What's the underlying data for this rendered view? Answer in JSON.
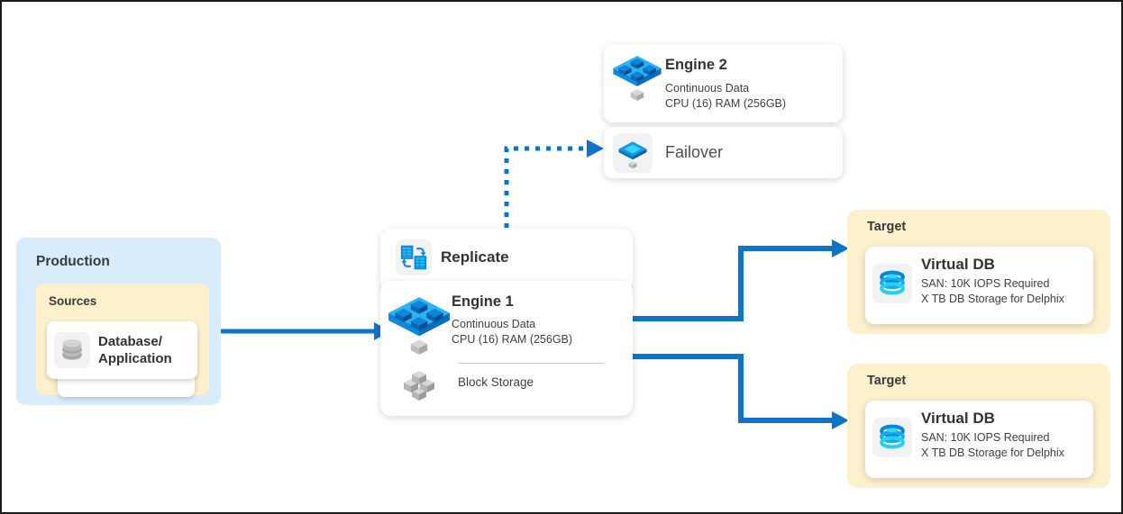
{
  "production": {
    "title": "Production",
    "sources": {
      "title": "Sources",
      "database": {
        "line1": "Database/",
        "line2": "Application",
        "icon": "database-cylinder-icon"
      }
    }
  },
  "replicate": {
    "label": "Replicate",
    "icon": "replicate-sync-icon"
  },
  "engine1": {
    "title": "Engine 1",
    "line1": "Continuous Data",
    "line2": "CPU (16) RAM (256GB)",
    "storage_label": "Block Storage",
    "icon": "engine-platform-icon",
    "storage_icon": "block-storage-cubes-icon"
  },
  "engine2": {
    "title": "Engine 2",
    "line1": "Continuous Data",
    "line2": "CPU (16) RAM (256GB)",
    "icon": "engine-platform-icon"
  },
  "failover": {
    "label": "Failover",
    "icon": "failover-platform-icon"
  },
  "targets": [
    {
      "title": "Target",
      "card": {
        "title": "Virtual DB",
        "line1": "SAN: 10K IOPS Required",
        "line2": "X TB DB Storage for Delphix",
        "icon": "virtual-db-rings-icon"
      }
    },
    {
      "title": "Target",
      "card": {
        "title": "Virtual DB",
        "line1": "SAN: 10K IOPS Required",
        "line2": "X TB DB Storage for Delphix",
        "icon": "virtual-db-rings-icon"
      }
    }
  ],
  "colors": {
    "arrow_blue": "#0e74c8",
    "production_bg": "#d9ecfb",
    "zone_yellow_bg": "#fdf0cd",
    "engine_blue_top": "#2eb2f2",
    "engine_blue_cube": "#0c85da",
    "cyan_accent": "#35d4f6",
    "text_dark": "#333333"
  }
}
